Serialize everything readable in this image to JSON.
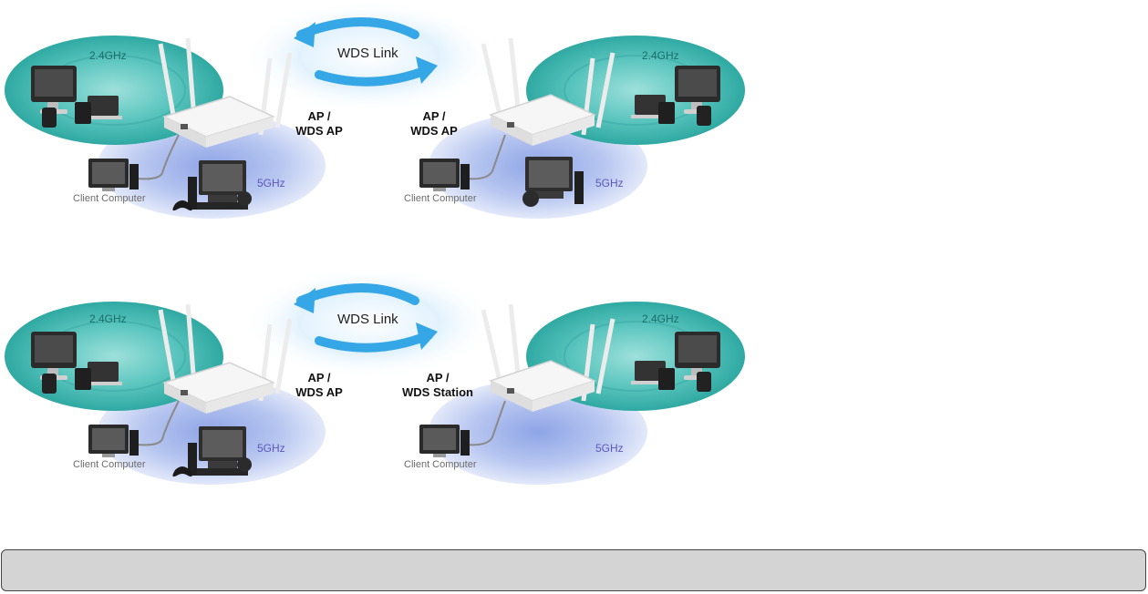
{
  "diagrams": [
    {
      "link_label": "WDS Link",
      "left": {
        "band_24": "2.4GHz",
        "band_5": "5GHz",
        "role_line1": "AP /",
        "role_line2": "WDS AP",
        "client_label": "Client Computer"
      },
      "right": {
        "band_24": "2.4GHz",
        "band_5": "5GHz",
        "role_line1": "AP /",
        "role_line2": "WDS AP",
        "client_label": "Client Computer"
      }
    },
    {
      "link_label": "WDS Link",
      "left": {
        "band_24": "2.4GHz",
        "band_5": "5GHz",
        "role_line1": "AP /",
        "role_line2": "WDS AP",
        "client_label": "Client Computer"
      },
      "right": {
        "band_24": "2.4GHz",
        "band_5": "5GHz",
        "role_line1": "AP /",
        "role_line2": "WDS Station",
        "client_label": "Client Computer"
      }
    }
  ],
  "notice_box": {
    "text": ""
  },
  "colors": {
    "band_24_zone": "#3fb8b2",
    "band_5_zone": "#8fa3e0",
    "link_arrow": "#35a7e6",
    "link_glow": "#cfe9fb"
  }
}
